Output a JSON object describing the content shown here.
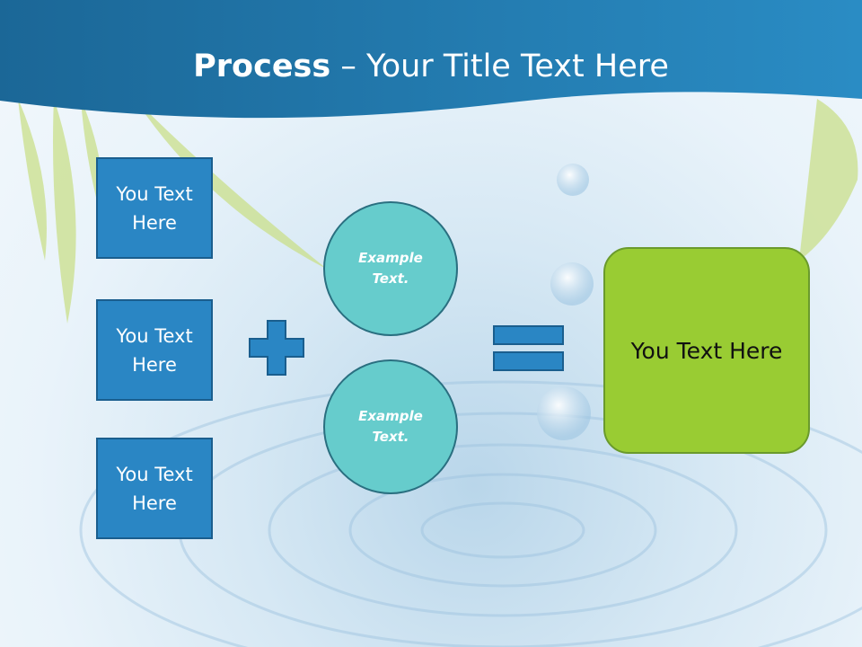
{
  "slide": {
    "title_bold": "Process",
    "title_rest": "– Your Title Text Here"
  },
  "diagram": {
    "inputs": [
      "You Text Here",
      "You Text Here",
      "You Text Here"
    ],
    "operands": [
      "Example Text.",
      "Example Text."
    ],
    "result": "You Text Here",
    "operators": {
      "plus": "plus-icon",
      "equals": "equals-icon"
    }
  },
  "colors": {
    "header": "#1e6f9f",
    "input_box": "#2a86c4",
    "operand_circle": "#66cccc",
    "result_box": "#99cc33",
    "operator": "#2a86c4"
  }
}
